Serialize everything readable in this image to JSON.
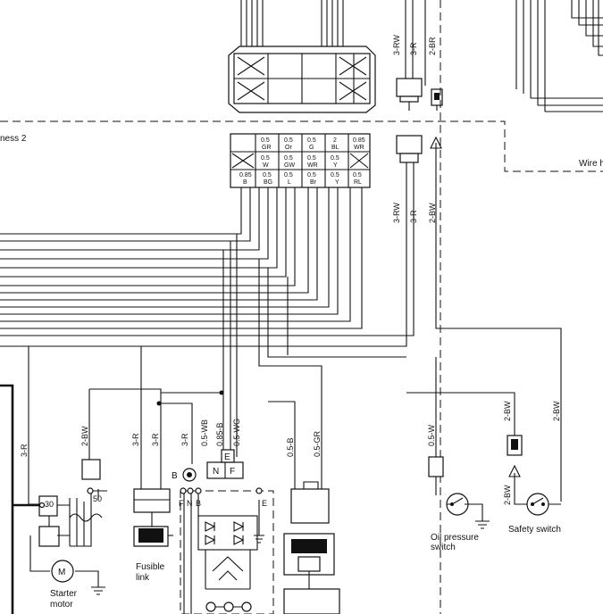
{
  "colors": {
    "ink": "#111111",
    "paper": "#ffffff"
  },
  "harness_labels": {
    "left": "ness 2",
    "right": "Wire h"
  },
  "top_wires": {
    "rw": "3-RW",
    "r": "3-R",
    "br": "2-BR"
  },
  "mid_wires": {
    "rw": "3-RW",
    "r": "3-R",
    "bw": "2-BW"
  },
  "connector_cells": {
    "top": [
      {
        "size": "0.5",
        "color": "GR"
      },
      {
        "size": "0.5",
        "color": "Or"
      },
      {
        "size": "0.5",
        "color": "G"
      },
      {
        "size": "2",
        "color": "BL"
      },
      {
        "size": "0.85",
        "color": "WR"
      }
    ],
    "middle": [
      {
        "size": "0.5",
        "color": "W"
      },
      {
        "size": "0.5",
        "color": "GW"
      },
      {
        "size": "0.5",
        "color": "WR"
      },
      {
        "size": "0.5",
        "color": "Y"
      }
    ],
    "bottom": [
      {
        "size": "0.85",
        "color": "B"
      },
      {
        "size": "0.5",
        "color": "BG"
      },
      {
        "size": "0.5",
        "color": "L"
      },
      {
        "size": "0.5",
        "color": "Br"
      },
      {
        "size": "0.5",
        "color": "Y"
      },
      {
        "size": "0.5",
        "color": "RL"
      }
    ]
  },
  "wire_labels": {
    "starter_feed": "3-R",
    "bw_left": "2-BW",
    "r_a": "3-R",
    "r_b": "3-R",
    "r_c": "3-R",
    "wb": "0.5-WB",
    "b_085": "0.85-B",
    "wg": "0.5-WG",
    "b_05": "0.5-B",
    "gr": "0.5-GR",
    "w_oil": "0.5-W",
    "bw_safety_a": "2-BW",
    "bw_safety_b": "2-BW",
    "bw_safety_c": "2-BW"
  },
  "terminals": {
    "t30": "30",
    "t50": "50",
    "b": "B",
    "n": "N",
    "f": "F",
    "e": "E",
    "reg_f": "F",
    "reg_n": "N",
    "reg_b": "B",
    "reg_e": "E"
  },
  "components": {
    "motor_symbol": "M",
    "starter_line1": "Starter",
    "starter_line2": "motor",
    "fusible_line1": "Fusible",
    "fusible_line2": "link",
    "oil_line1": "Oil pressure",
    "oil_line2": "switch",
    "safety": "Safety switch"
  }
}
